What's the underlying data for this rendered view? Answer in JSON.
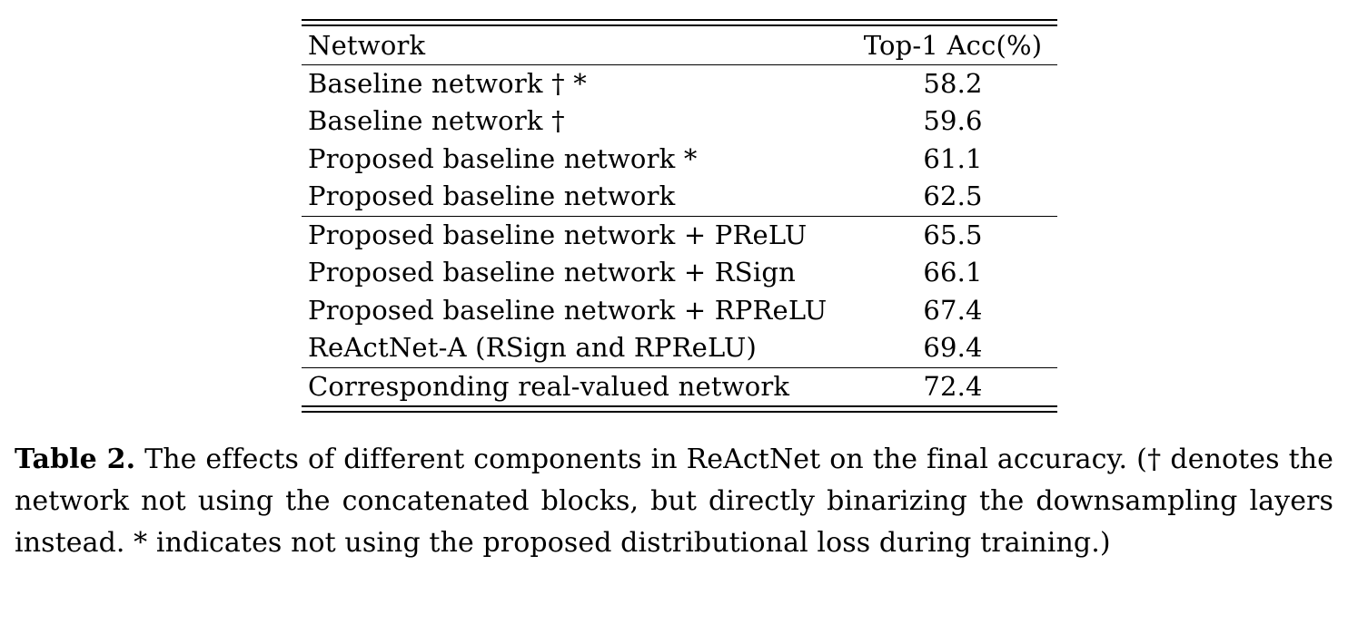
{
  "table": {
    "header": {
      "network": "Network",
      "accuracy": "Top-1 Acc(%)"
    },
    "groups": [
      [
        {
          "network": "Baseline network † *",
          "acc": "58.2"
        },
        {
          "network": "Baseline network †",
          "acc": "59.6"
        },
        {
          "network": "Proposed baseline network *",
          "acc": "61.1"
        },
        {
          "network": "Proposed baseline network",
          "acc": "62.5"
        }
      ],
      [
        {
          "network": "Proposed baseline network + PReLU",
          "acc": "65.5"
        },
        {
          "network": "Proposed baseline network + RSign",
          "acc": "66.1"
        },
        {
          "network": "Proposed baseline network + RPReLU",
          "acc": "67.4"
        },
        {
          "network": "ReActNet-A (RSign and RPReLU)",
          "acc": "69.4"
        }
      ],
      [
        {
          "network": "Corresponding real-valued network",
          "acc": "72.4"
        }
      ]
    ]
  },
  "caption": {
    "label": "Table 2.",
    "text": "The effects of different components in ReActNet on the final accuracy. († denotes the network not using the concatenated blocks, but directly binarizing the downsampling layers instead. * indicates not using the proposed distributional loss during training.)"
  }
}
